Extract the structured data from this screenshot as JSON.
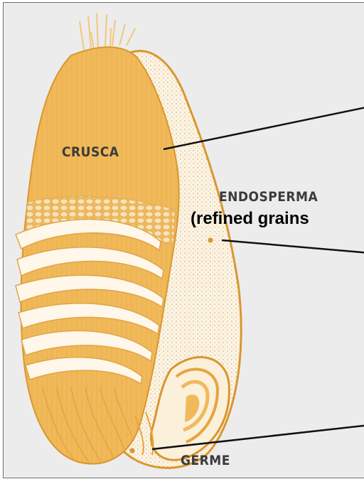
{
  "labels": {
    "bran": "CRUSCA",
    "endosperm": "ENDOSPERMA",
    "endosperm_note": "(refined grains",
    "germ": "GERME"
  },
  "colors": {
    "background": "#ececec",
    "bran": "#f0b95a",
    "bran_dark": "#d9962e",
    "endosperm": "#fbf4e6",
    "outline": "#d9962e",
    "leader": "#111111",
    "label": "#3b3b3b"
  }
}
